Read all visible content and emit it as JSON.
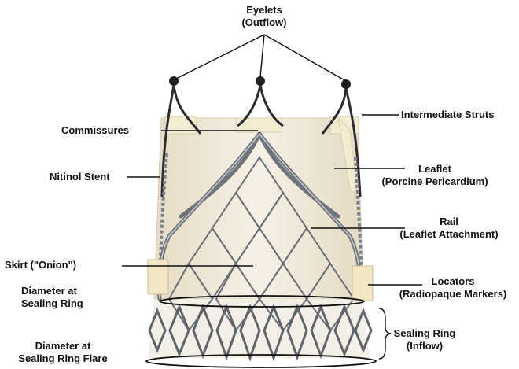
{
  "labels": {
    "eyelets_line1": "Eyelets",
    "eyelets_line2": "(Outflow)",
    "commissures": "Commissures",
    "nitinol_stent": "Nitinol Stent",
    "skirt": "Skirt (\"Onion\")",
    "diameter_sealing_line1": "Diameter at",
    "diameter_sealing_line2": "Sealing Ring",
    "diameter_flare_line1": "Diameter at",
    "diameter_flare_line2": "Sealing Ring Flare",
    "intermediate_struts": "Intermediate Struts",
    "leaflet_line1": "Leaflet",
    "leaflet_line2": "(Porcine Pericardium)",
    "rail_line1": "Rail",
    "rail_line2": "(Leaflet Attachment)",
    "locators_line1": "Locators",
    "locators_line2": "(Radiopaque Markers)",
    "sealing_ring_line1": "Sealing Ring",
    "sealing_ring_line2": "(Inflow)"
  },
  "colors": {
    "text": "#111111",
    "leader_line": "#111111",
    "stent_metal": "#8e939a",
    "tissue": "#efe8d8",
    "locator": "#f2e6c4"
  }
}
